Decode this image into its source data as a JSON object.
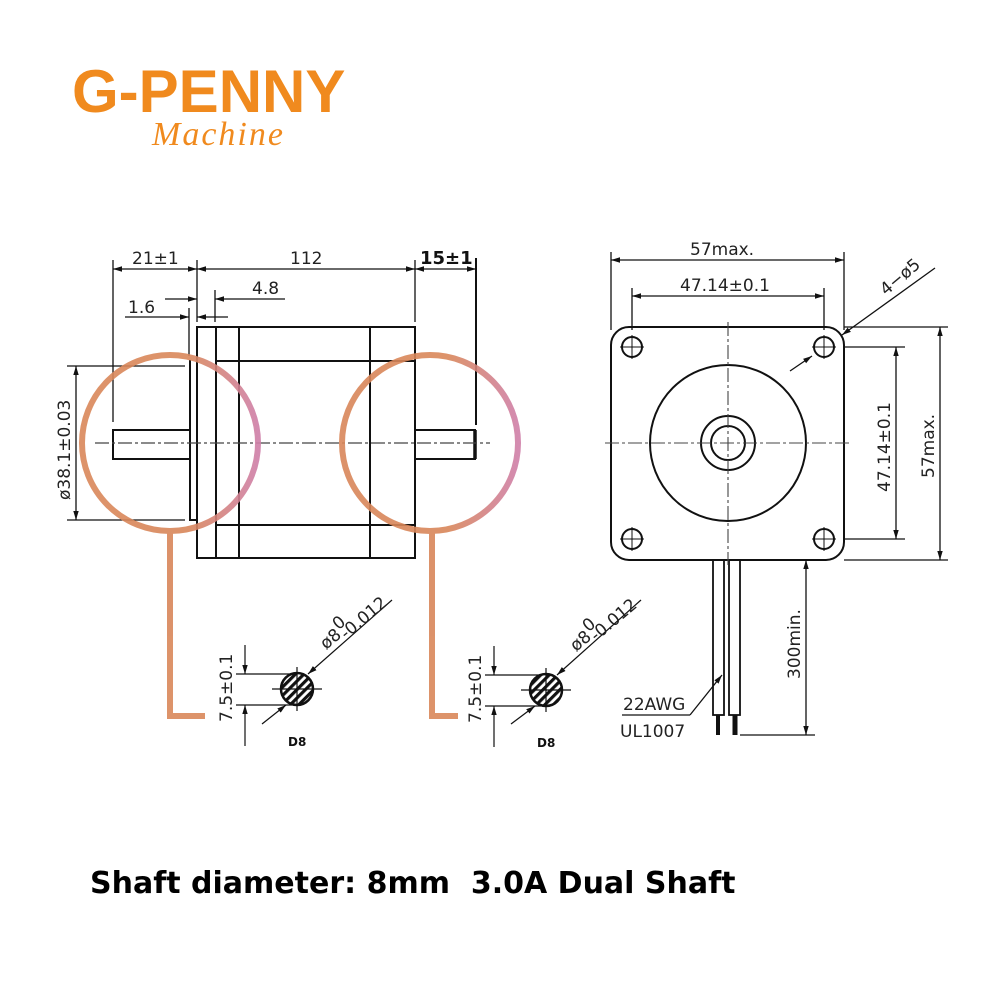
{
  "brand": {
    "name": "G-PENNY",
    "tagline": "Machine",
    "color": "#f08a1e"
  },
  "side_view": {
    "dim_front_shaft": "21±1",
    "dim_body_length": "112",
    "dim_rear_shaft": "15±1",
    "dim_flange_offset": "4.8",
    "dim_boss_height": "1.6",
    "dim_boss_diameter": "ø38.1±0.03"
  },
  "shaft_detail_left": {
    "diameter": "ø8",
    "tol_upper": "0",
    "tol_lower": "-0.012",
    "flat": "7.5±0.1",
    "label": "D8"
  },
  "shaft_detail_right": {
    "diameter": "ø8",
    "tol_upper": "0",
    "tol_lower": "-0.012",
    "flat": "7.5±0.1",
    "label": "D8"
  },
  "front_view": {
    "dim_width": "57max.",
    "dim_hole_spacing_h": "47.14±0.1",
    "dim_holes": "4−ø5",
    "dim_hole_spacing_v": "47.14±0.1",
    "dim_height": "57max.",
    "dim_lead_length": "300min.",
    "wire_gauge": "22AWG",
    "wire_spec": "UL1007"
  },
  "highlight_colors": {
    "orange": "#d9875a",
    "pink": "#cf7fa8"
  },
  "caption": "Shaft diameter: 8mm  3.0A Dual Shaft"
}
